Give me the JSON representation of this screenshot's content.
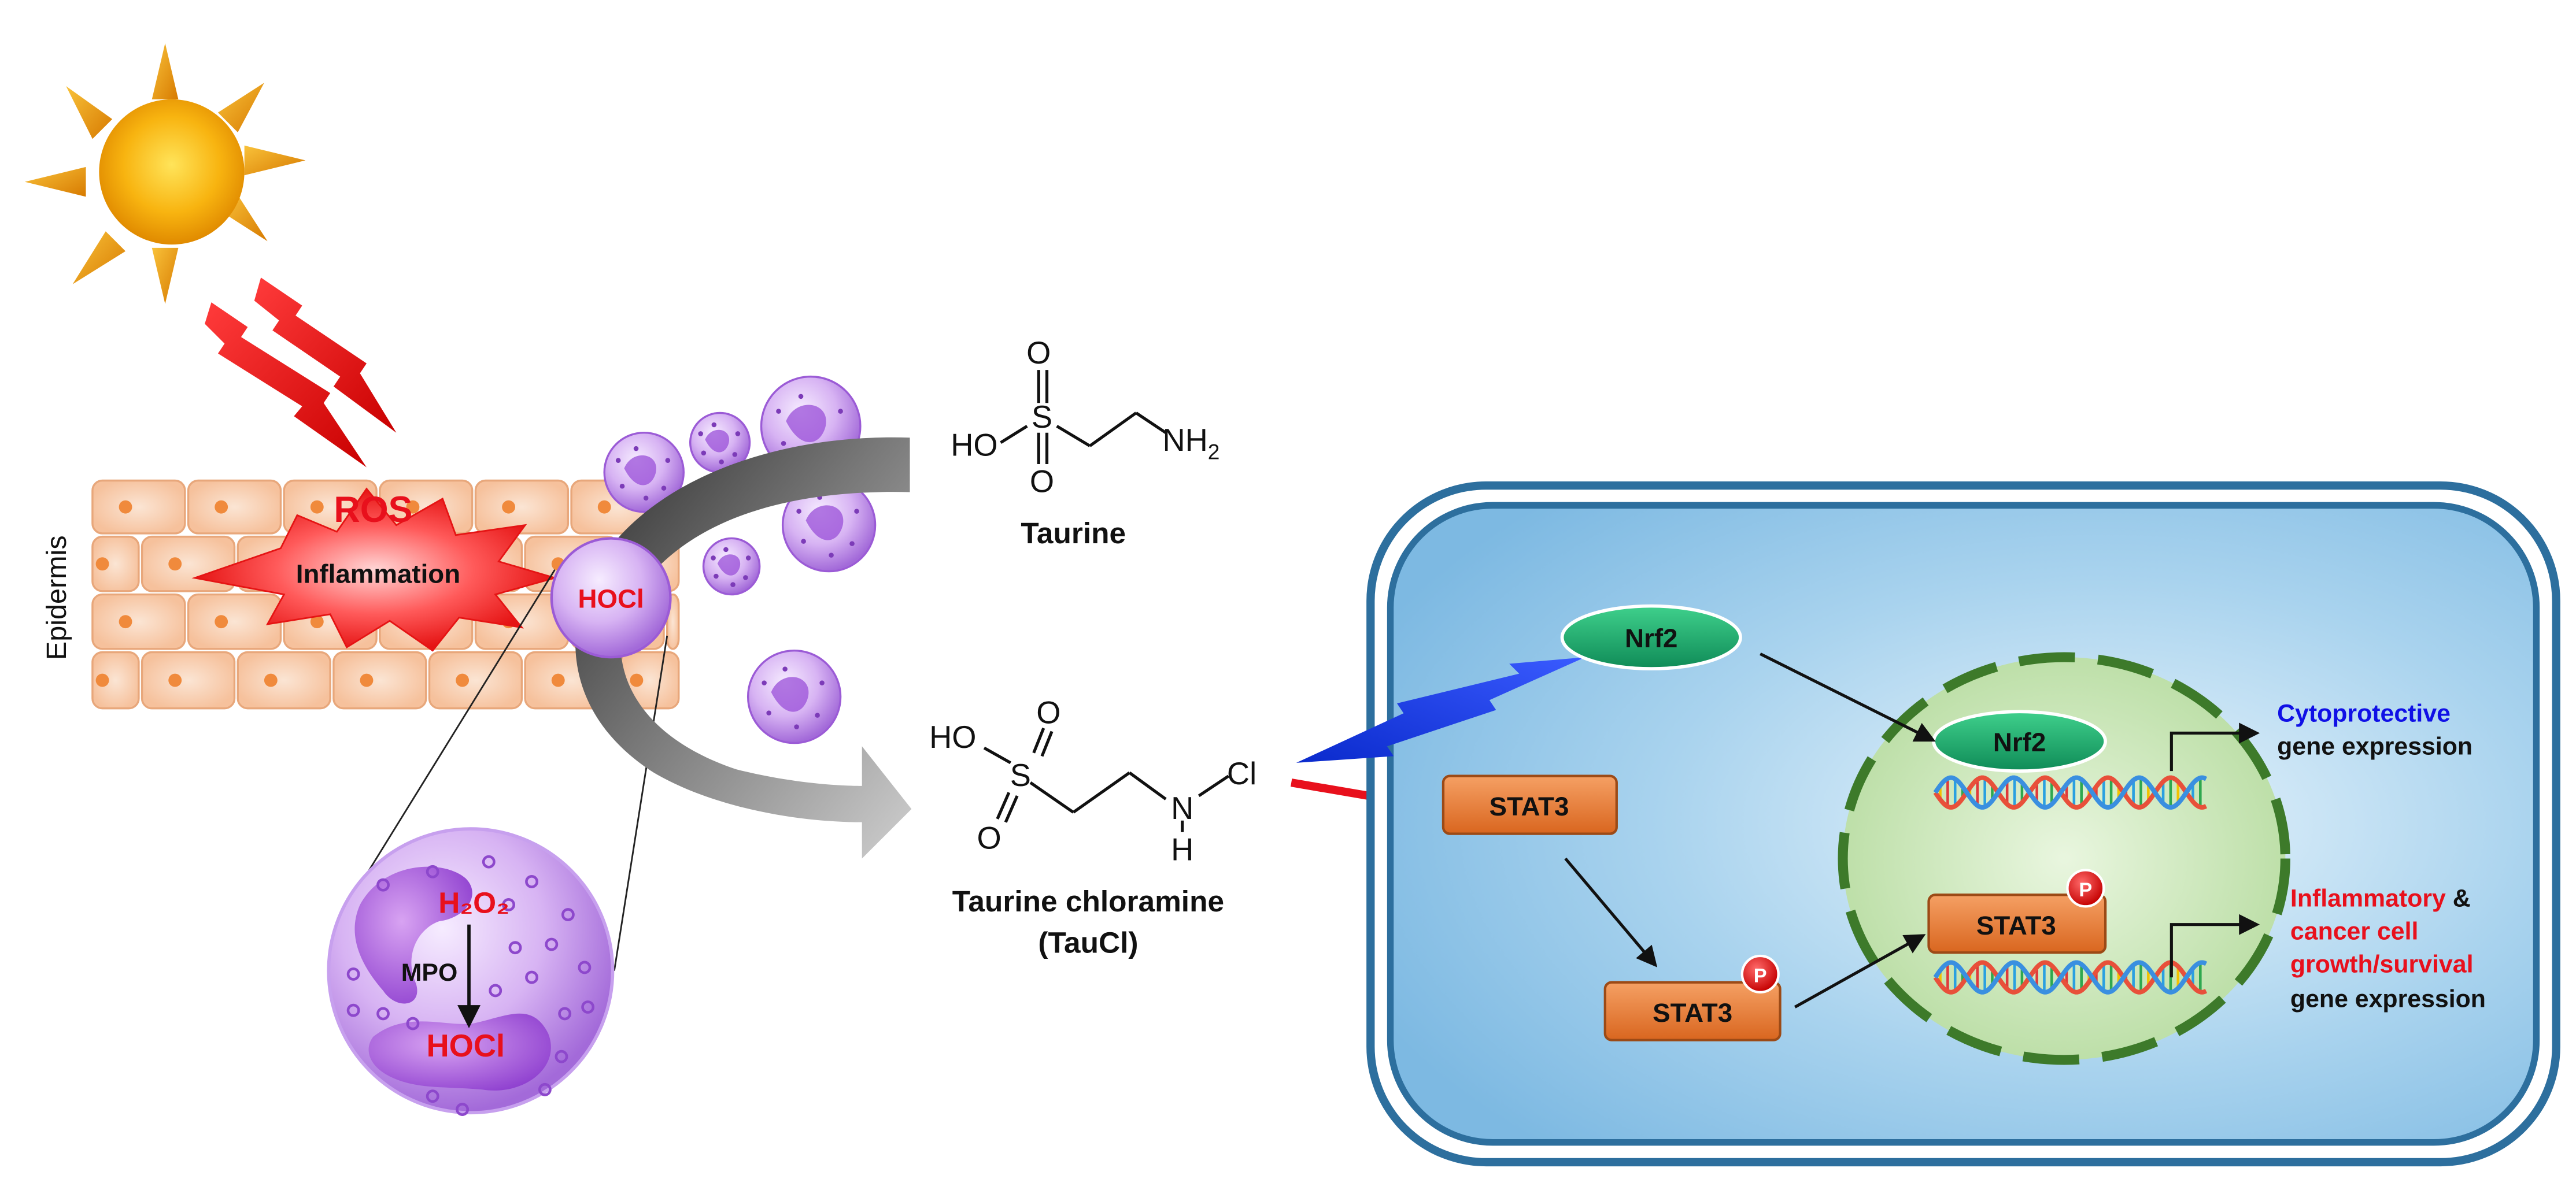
{
  "skin": {
    "epidermis_label": "Epidermis",
    "ros_label": "ROS",
    "inflammation_label": "Inflammation",
    "hocl_label": "HOCl"
  },
  "neutrophil": {
    "h2o2_label": "H₂O₂",
    "mpo_label": "MPO",
    "hocl_label": "HOCl"
  },
  "taurine": {
    "name": "Taurine",
    "atoms": {
      "o_top": "O",
      "o_bottom": "O",
      "s": "S",
      "ho": "HO",
      "nh2": "NH",
      "nh2_sub": "2"
    }
  },
  "taucl": {
    "name": "Taurine chloramine",
    "abbr": "(TauCl)",
    "atoms": {
      "o_top": "O",
      "o_bottom": "O",
      "s": "S",
      "ho": "HO",
      "n": "N",
      "h": "H",
      "cl": "Cl"
    }
  },
  "cell": {
    "nrf2_cytoplasm": "Nrf2",
    "nrf2_nucleus": "Nrf2",
    "stat3": "STAT3",
    "stat3_phos": "STAT3",
    "stat3_nucleus": "STAT3",
    "phospho": "P"
  },
  "outputs": {
    "cytoprotective": "Cytoprotective",
    "gene_expression_1": "gene expression",
    "inflammatory": "Inflammatory",
    "ampersand": " &",
    "cancer_cell": "cancer cell",
    "growth_survival": "growth/survival",
    "gene_expression_2": "gene expression"
  },
  "colors": {
    "ros_red": "#e8101c",
    "cytoprotective_blue": "#1010e6",
    "cell_border": "#2d6f9e",
    "nucleus_border": "#3d7a2a",
    "stat3_fill": "#e67c35",
    "nrf2_fill": "#1aa36a"
  }
}
